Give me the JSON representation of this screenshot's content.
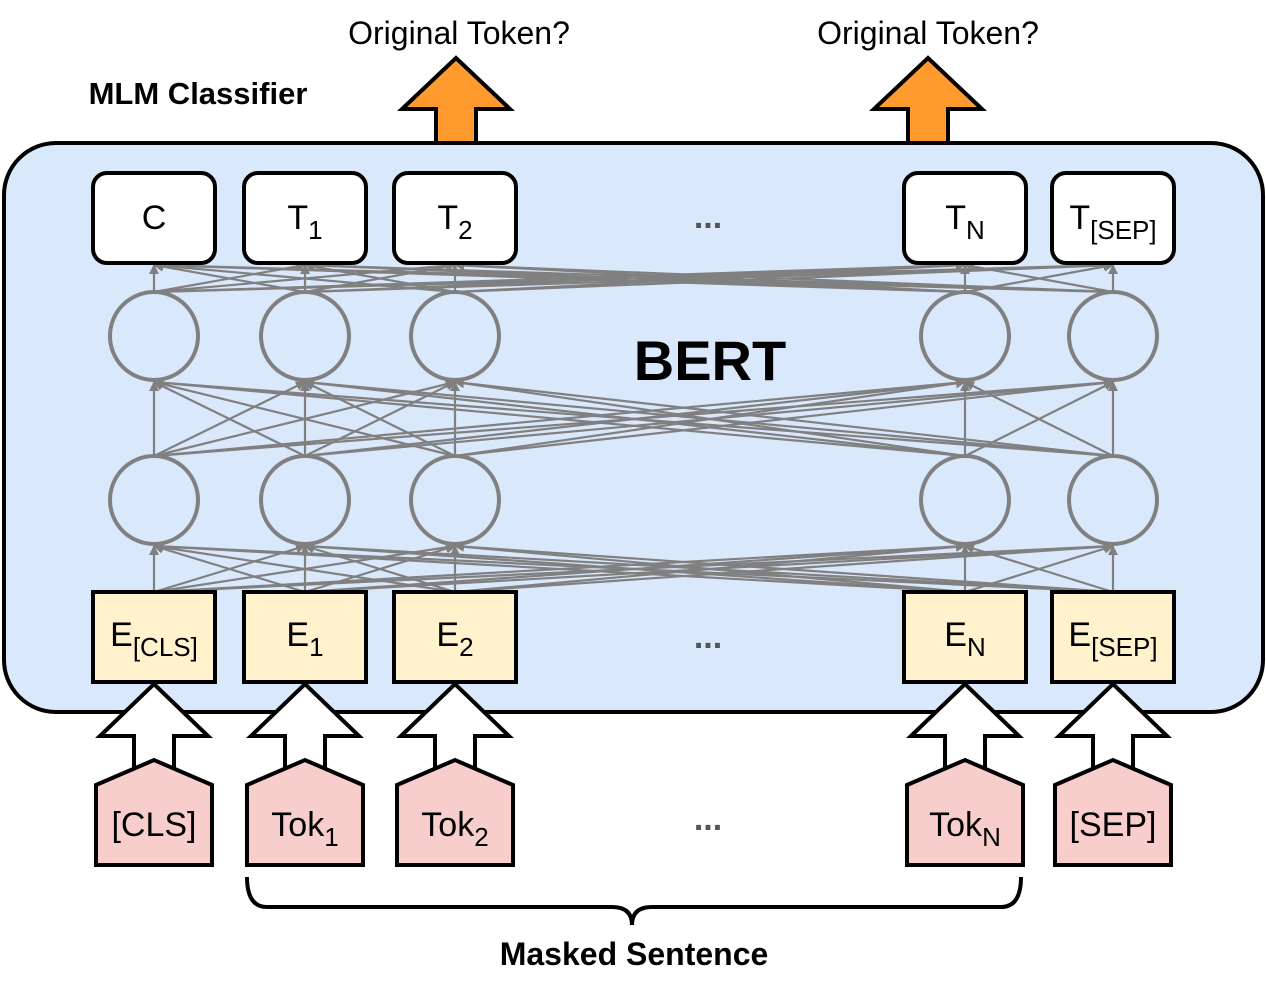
{
  "labels": {
    "top_output_left": "Original Token?",
    "top_output_right": "Original Token?",
    "classifier": "MLM Classifier",
    "model": "BERT",
    "bottom_brace": "Masked Sentence",
    "ellipsis_output": "...",
    "ellipsis_embed": "...",
    "ellipsis_input": "..."
  },
  "outputs": [
    {
      "main": "C",
      "sub": ""
    },
    {
      "main": "T",
      "sub": "1"
    },
    {
      "main": "T",
      "sub": "2"
    },
    {
      "main": "T",
      "sub": "N"
    },
    {
      "main": "T",
      "sub": "[SEP]"
    }
  ],
  "embeddings": [
    {
      "main": "E",
      "sub": "[CLS]"
    },
    {
      "main": "E",
      "sub": "1"
    },
    {
      "main": "E",
      "sub": "2"
    },
    {
      "main": "E",
      "sub": "N"
    },
    {
      "main": "E",
      "sub": "[SEP]"
    }
  ],
  "inputs": [
    {
      "main": "[CLS]",
      "sub": ""
    },
    {
      "main": "Tok",
      "sub": "1"
    },
    {
      "main": "Tok",
      "sub": "2"
    },
    {
      "main": "Tok",
      "sub": "N"
    },
    {
      "main": "[SEP]",
      "sub": ""
    }
  ],
  "colors": {
    "container_fill": "#dae8fc",
    "embedding_fill": "#fff2cc",
    "input_fill": "#f8cecc",
    "output_arrow_fill": "#fe9a2e",
    "connection_gray": "#808080",
    "stroke": "#000000"
  }
}
